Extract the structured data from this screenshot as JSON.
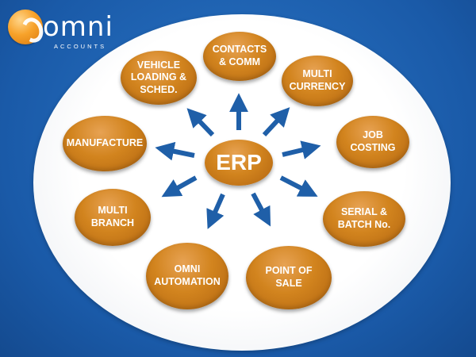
{
  "logo": {
    "word": "omni",
    "sub": "ACCOUNTS"
  },
  "center": {
    "label": "ERP"
  },
  "nodes": [
    {
      "id": "contacts-comm",
      "line1": "CONTACTS",
      "line2": "& COMM"
    },
    {
      "id": "multi-currency",
      "line1": "MULTI",
      "line2": "CURRENCY"
    },
    {
      "id": "job-costing",
      "line1": "JOB",
      "line2": "COSTING"
    },
    {
      "id": "serial-batch",
      "line1": "SERIAL &",
      "line2": "BATCH No."
    },
    {
      "id": "point-of-sale",
      "line1": "POINT OF SALE",
      "line2": ""
    },
    {
      "id": "omni-automation",
      "line1": "OMNI",
      "line2": "AUTOMATION"
    },
    {
      "id": "multi-branch",
      "line1": "MULTI",
      "line2": "BRANCH"
    },
    {
      "id": "manufacture",
      "line1": "MANUFACTURE",
      "line2": ""
    },
    {
      "id": "vehicle-loading",
      "line1": "VEHICLE",
      "line2": "LOADING &",
      "line3": "SCHED."
    }
  ],
  "colors": {
    "background": "#1b5fae",
    "node": "#d2841e",
    "arrow": "#1f5fa8",
    "oval": "#ffffff"
  }
}
